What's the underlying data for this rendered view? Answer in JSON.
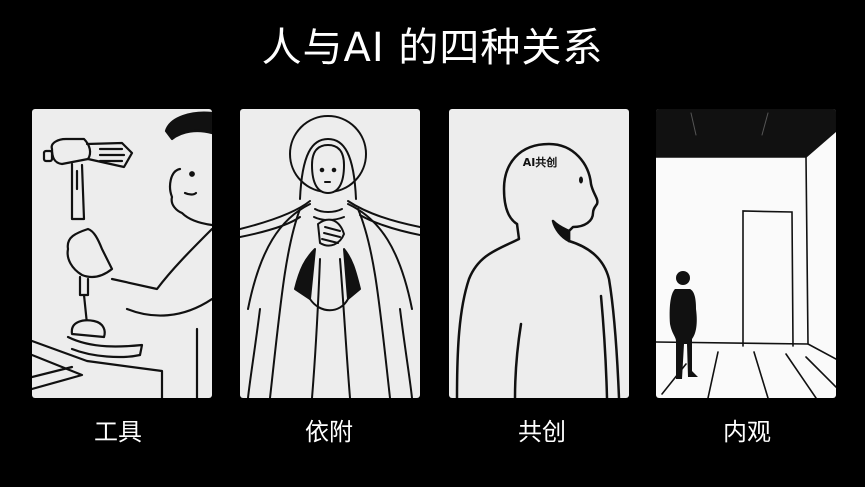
{
  "title": "人与AI 的四种关系",
  "panels": [
    {
      "caption": "工具",
      "illustration": "man-holding-tool"
    },
    {
      "caption": "依附",
      "illustration": "haloed-figure-praying"
    },
    {
      "caption": "共创",
      "illustration": "head-silhouette-with-text",
      "inner_text": "AI共创"
    },
    {
      "caption": "内观",
      "illustration": "figure-in-empty-room"
    }
  ]
}
